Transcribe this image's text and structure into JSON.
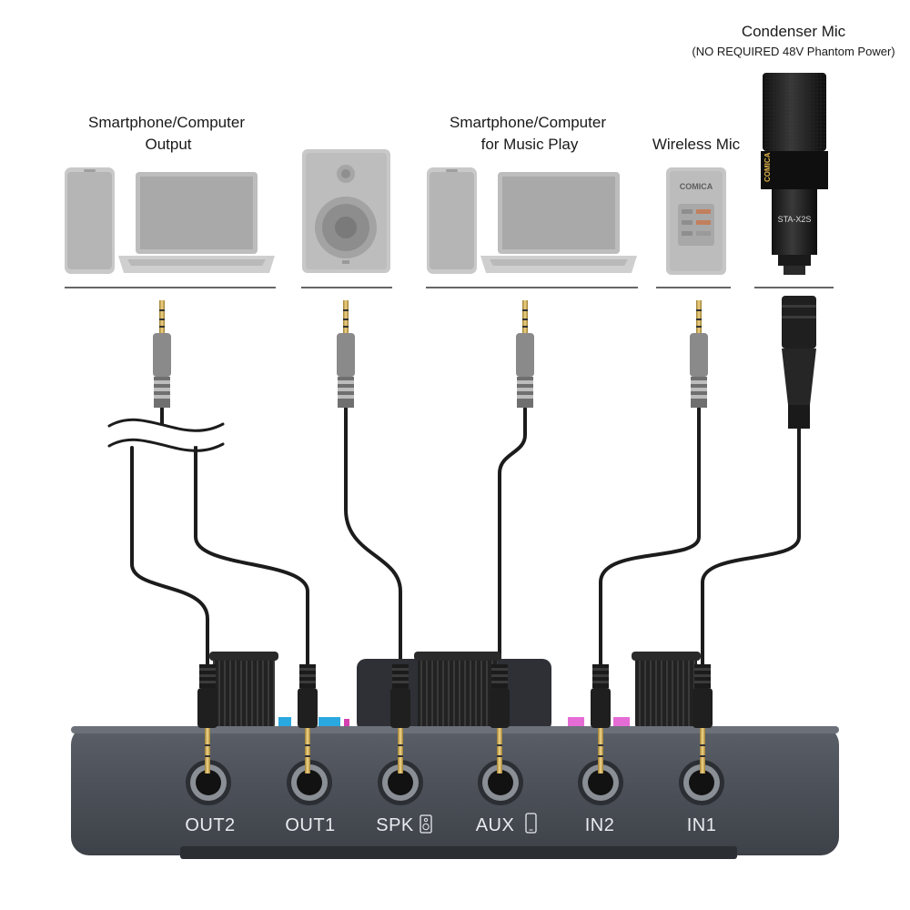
{
  "devices": {
    "output_device": {
      "label_line1": "Smartphone/Computer",
      "label_line2": "Output"
    },
    "speaker": {
      "label": ""
    },
    "music_device": {
      "label_line1": "Smartphone/Computer",
      "label_line2": "for Music Play"
    },
    "wireless_mic": {
      "label": "Wireless Mic",
      "brand": "COMICA"
    },
    "condenser_mic": {
      "label": "Condenser Mic",
      "note": "(NO REQUIRED 48V Phantom Power)",
      "brand": "COMICA",
      "model": "STA-X2S"
    }
  },
  "ports": [
    {
      "id": "out2",
      "label": "OUT2"
    },
    {
      "id": "out1",
      "label": "OUT1"
    },
    {
      "id": "spk",
      "label": "SPK",
      "icon": "speaker-icon"
    },
    {
      "id": "aux",
      "label": "AUX",
      "icon": "phone-icon"
    },
    {
      "id": "in2",
      "label": "IN2"
    },
    {
      "id": "in1",
      "label": "IN1"
    }
  ],
  "colors": {
    "device_grey": "#c4c4c4",
    "interface_body": "#4a4f57",
    "cable": "#1c1c1c",
    "connector_gold": "#d8b25a"
  }
}
